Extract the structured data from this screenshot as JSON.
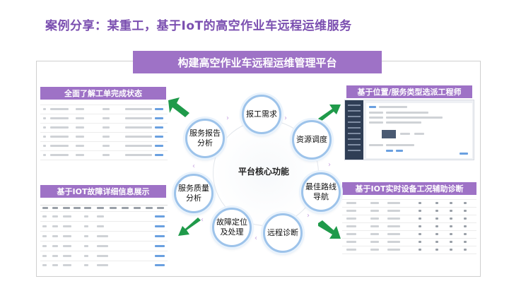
{
  "slide": {
    "title": "案例分享：某重工，基于IoT的高空作业车远程运维服务"
  },
  "banner": {
    "title": "构建高空作业车远程运维管理平台"
  },
  "panels": {
    "top_left_label": "全面了解工单完成状态",
    "bottom_left_label": "基于IOT故障详细信息展示",
    "top_right_label": "基于位置/服务类型选派工程师",
    "bottom_right_label": "基于IOT实时设备工况辅助诊断"
  },
  "core": {
    "center_label": "平台核心功能",
    "nodes": [
      {
        "label": "报工需求"
      },
      {
        "label": "资源调度"
      },
      {
        "label": "最佳路线导航"
      },
      {
        "label": "远程诊断"
      },
      {
        "label": "故障定位及处理"
      },
      {
        "label": "服务质量分析"
      },
      {
        "label": "服务报告分析"
      }
    ]
  },
  "colors": {
    "title_purple": "#7b4fb0",
    "label_purple": "#9e72c6",
    "arrow_green": "#1f9a4a",
    "node_border": "#9dc3ea"
  }
}
